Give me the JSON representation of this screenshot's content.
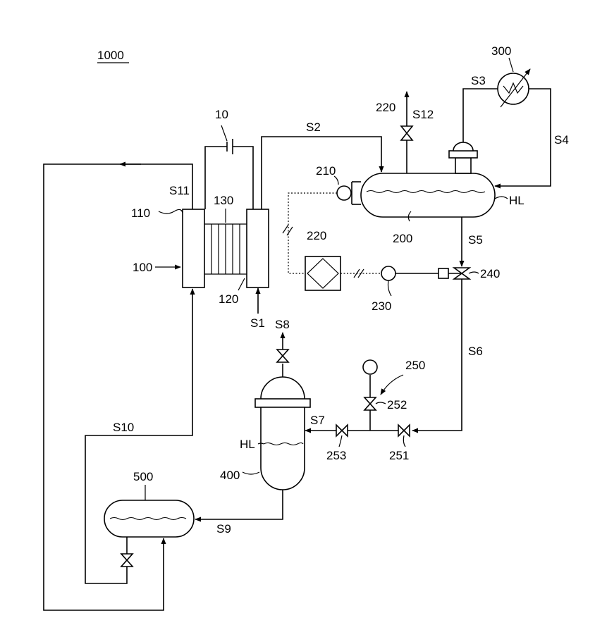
{
  "figure": {
    "number": "1000"
  },
  "labels": {
    "power_source": "10",
    "electrolyzer": "100",
    "anode_chamber": "110",
    "cathode_chamber": "120",
    "membrane": "130",
    "separator": "200",
    "level_sensor": "210",
    "controller": "220",
    "valve_vent": "220",
    "actuator": "230",
    "control_valve": "240",
    "valve_unit": "250",
    "valve_251": "251",
    "valve_252": "252",
    "valve_253": "253",
    "heat_exchanger": "300",
    "tank": "400",
    "storage": "500",
    "hl_separator": "HL",
    "hl_tank": "HL"
  },
  "streams": {
    "s1": "S1",
    "s2": "S2",
    "s3": "S3",
    "s4": "S4",
    "s5": "S5",
    "s6": "S6",
    "s7": "S7",
    "s8": "S8",
    "s9": "S9",
    "s10": "S10",
    "s11": "S11",
    "s12": "S12"
  }
}
